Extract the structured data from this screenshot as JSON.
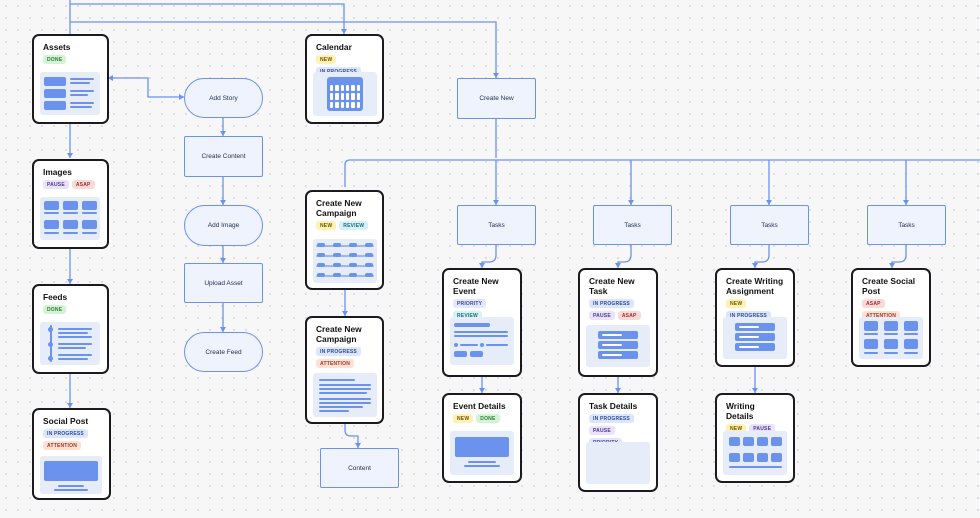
{
  "cards": {
    "assets": {
      "title": "Assets",
      "badges": [
        "DONE"
      ]
    },
    "images": {
      "title": "Images",
      "badges": [
        "PAUSE",
        "ASAP"
      ]
    },
    "feeds": {
      "title": "Feeds",
      "badges": [
        "DONE"
      ]
    },
    "social_post": {
      "title": "Social Post",
      "badges": [
        "IN PROGRESS",
        "ATTENTION"
      ]
    },
    "calendar": {
      "title": "Calendar",
      "badges": [
        "NEW",
        "IN PROGRESS"
      ]
    },
    "campaign_a": {
      "title": "Create New Campaign",
      "badges": [
        "NEW",
        "REVIEW"
      ]
    },
    "campaign_b": {
      "title": "Create New Campaign",
      "badges": [
        "IN PROGRESS",
        "ATTENTION"
      ]
    },
    "new_event": {
      "title": "Create New Event",
      "badges": [
        "PRIORITY",
        "REVIEW"
      ]
    },
    "event_details": {
      "title": "Event Details",
      "badges": [
        "NEW",
        "DONE"
      ]
    },
    "new_task": {
      "title": "Create New Task",
      "badges": [
        "IN PROGRESS",
        "PAUSE",
        "ASAP"
      ]
    },
    "task_details": {
      "title": "Task Details",
      "badges": [
        "IN PROGRESS",
        "PAUSE",
        "PRIORITY"
      ]
    },
    "writing_assignment": {
      "title": "Create Writing Assignment",
      "badges": [
        "NEW",
        "IN PROGRESS"
      ]
    },
    "writing_details": {
      "title": "Writing Details",
      "badges": [
        "NEW",
        "PAUSE"
      ]
    },
    "social_post_new": {
      "title": "Create Social Post",
      "badges": [
        "ASAP",
        "ATTENTION"
      ]
    }
  },
  "nodes": {
    "add_story": "Add Story",
    "create_content": "Create Content",
    "add_image": "Add Image",
    "upload_asset": "Upload Asset",
    "create_feed": "Create Feed",
    "create_new": "Create New",
    "tasks_1": "Tasks",
    "tasks_2": "Tasks",
    "tasks_3": "Tasks",
    "tasks_4": "Tasks",
    "content": "Content"
  }
}
